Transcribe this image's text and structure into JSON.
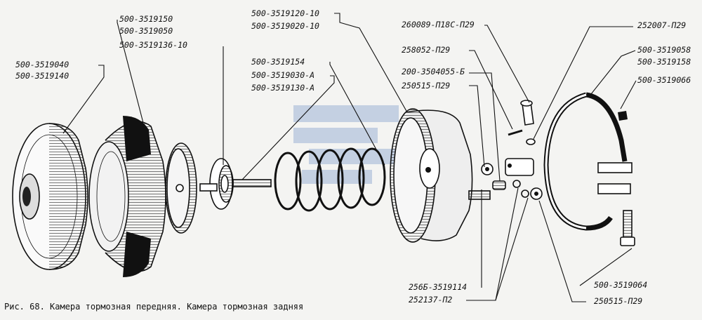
{
  "caption": "Рис. 68. Камера тормозная передняя. Камера тормозная задняя",
  "watermark": {
    "text": "S",
    "color": "#9db3d6"
  },
  "labels": {
    "l1": "500-3519040",
    "l2": "500-3519140",
    "l3": "500-3519150",
    "l4": "500-3519050",
    "l5": "500-3519136-10",
    "l6": "500-3519154",
    "l7": "500-3519030-А",
    "l8": "500-3519130-А",
    "l9": "500-3519120-10",
    "l10": "500-3519020-10",
    "l11": "260089-П18С-П29",
    "l12": "258052-П29",
    "l13": "200-3504055-Б",
    "l14": "250515-П29",
    "l15": "252007-П29",
    "l16": "500-3519058",
    "l17": "500-3519158",
    "l18": "500-3519066",
    "l19": "256Б-3519114",
    "l20": "252137-П2",
    "l21": "500-3519064",
    "l22": "250515-П29"
  }
}
